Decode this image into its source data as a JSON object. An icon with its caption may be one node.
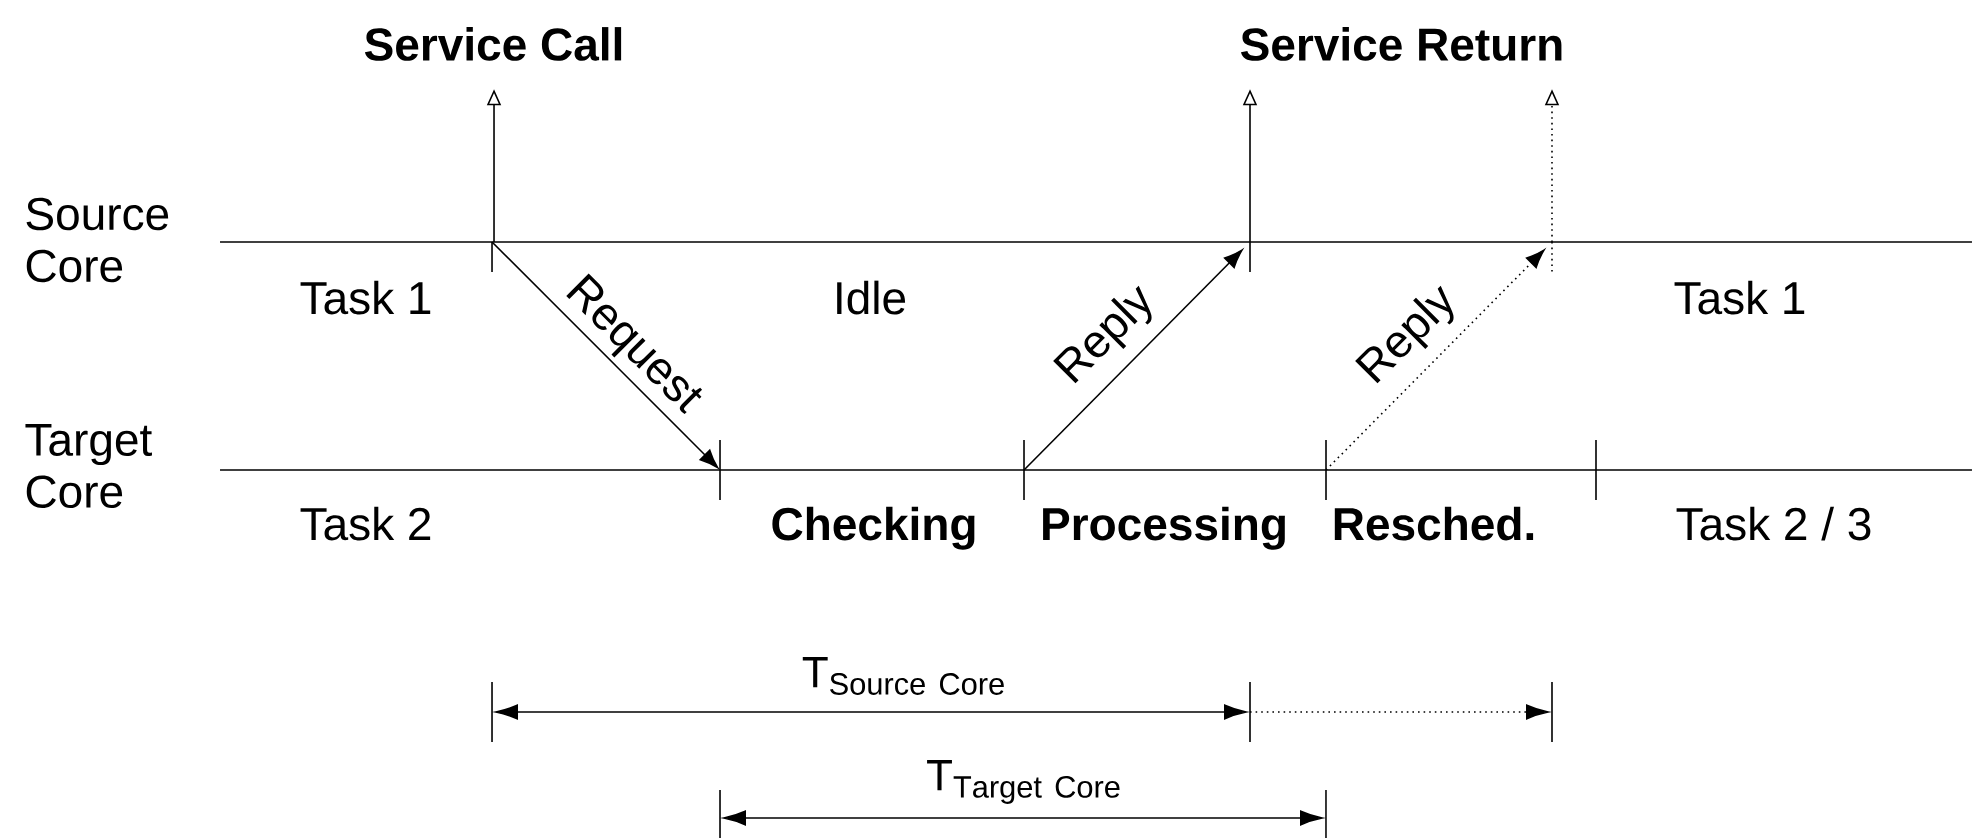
{
  "diagram": {
    "nodes": [
      {
        "text": [
          "Service Call"
        ]
      },
      {
        "text": [
          "Service Return"
        ]
      }
    ],
    "edges": [
      {
        "from": null,
        "to": 0,
        "arrow": "to"
      },
      {
        "from": null,
        "to": 1,
        "arrow": "to"
      },
      {
        "from": null,
        "to": 1,
        "arrow": "to",
        "style": "dashed"
      }
    ],
    "labels": [
      "Source Core",
      "Target Core",
      "Task 1",
      "Idle",
      "Task 1",
      "Request",
      "Reply",
      "Reply",
      "Task 2",
      "Checking",
      "Processing",
      "Resched.",
      "Task 2 / 3",
      "\\mathrm{T}_{\\mathrm{Source\\ Core}}",
      "\\mathrm{T}_{\\mathrm{Target\\ Core}}"
    ]
  }
}
